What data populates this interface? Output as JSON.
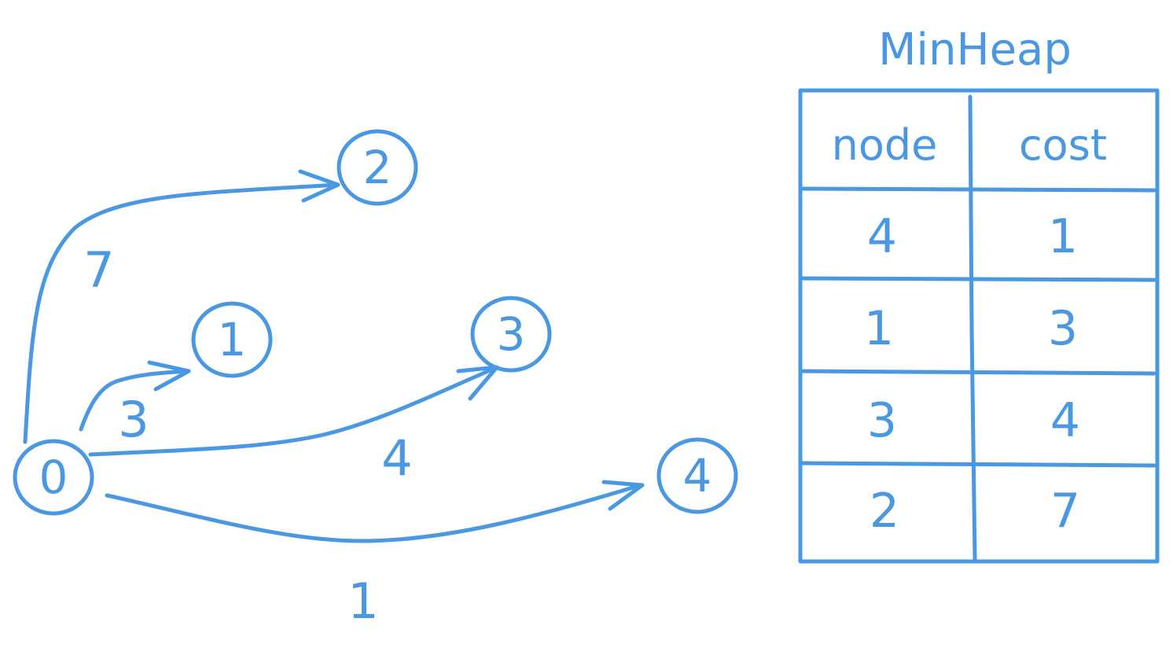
{
  "colors": {
    "ink": "#4a97e2",
    "background": "#ffffff"
  },
  "graph": {
    "nodes": [
      {
        "id": "0",
        "label": "0"
      },
      {
        "id": "1",
        "label": "1"
      },
      {
        "id": "2",
        "label": "2"
      },
      {
        "id": "3",
        "label": "3"
      },
      {
        "id": "4",
        "label": "4"
      }
    ],
    "edges": [
      {
        "from": "0",
        "to": "2",
        "weight": "7"
      },
      {
        "from": "0",
        "to": "1",
        "weight": "3"
      },
      {
        "from": "0",
        "to": "3",
        "weight": "4"
      },
      {
        "from": "0",
        "to": "4",
        "weight": "1"
      }
    ]
  },
  "heap": {
    "title": "MinHeap",
    "headers": {
      "node": "node",
      "cost": "cost"
    },
    "rows": [
      {
        "node": "4",
        "cost": "1"
      },
      {
        "node": "1",
        "cost": "3"
      },
      {
        "node": "3",
        "cost": "4"
      },
      {
        "node": "2",
        "cost": "7"
      }
    ]
  }
}
